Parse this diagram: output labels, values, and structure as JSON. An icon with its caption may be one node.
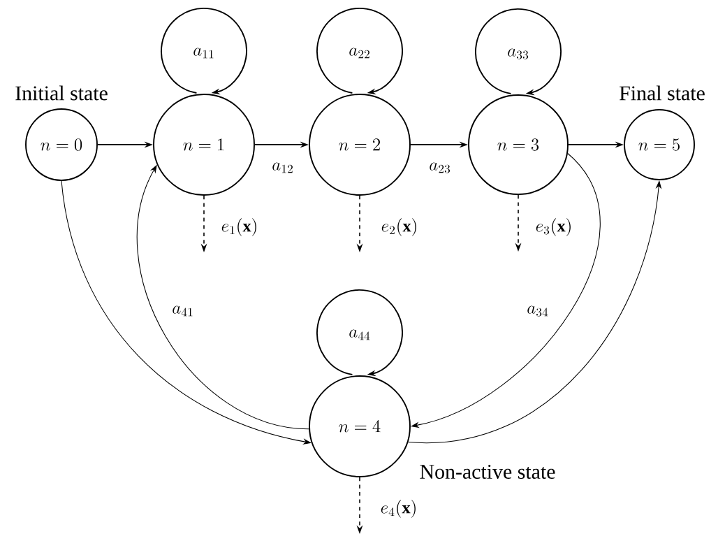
{
  "diagram": {
    "nodes": [
      {
        "text": [
          "n = 0"
        ],
        "beside": [
          "Initial state"
        ]
      },
      {
        "text": [
          "n = 1"
        ]
      },
      {
        "text": [
          "n = 2"
        ]
      },
      {
        "text": [
          "n = 3"
        ]
      },
      {
        "text": [
          "n = 5"
        ],
        "beside": [
          "Final state"
        ]
      },
      {
        "text": [
          "n = 4"
        ],
        "beside": [
          "Non-active state"
        ]
      }
    ],
    "edges": [
      {
        "from": 0,
        "to": 1,
        "arrow": "to"
      },
      {
        "from": 1,
        "to": 2,
        "arrow": "to",
        "label": "a_{12}"
      },
      {
        "from": 2,
        "to": 3,
        "arrow": "to",
        "label": "a_{23}"
      },
      {
        "from": 3,
        "to": 4,
        "arrow": "to"
      },
      {
        "from": 1,
        "to": 1,
        "arrow": "to",
        "label": "a_{11}"
      },
      {
        "from": 2,
        "to": 2,
        "arrow": "to",
        "label": "a_{22}"
      },
      {
        "from": 3,
        "to": 3,
        "arrow": "to",
        "label": "a_{33}"
      },
      {
        "from": 0,
        "to": 5,
        "arrow": "to"
      },
      {
        "from": 5,
        "to": 1,
        "arrow": "to",
        "label": "a_{41}"
      },
      {
        "from": 3,
        "to": 5,
        "arrow": "to",
        "label": "a_{34}"
      },
      {
        "from": 5,
        "to": 4,
        "arrow": "to"
      },
      {
        "from": 5,
        "to": 5,
        "arrow": "to",
        "label": "a_{44}"
      },
      {
        "from": 1,
        "to": null,
        "arrow": "to",
        "style": "dashed",
        "label": "e_1(\\mathbf{x})"
      },
      {
        "from": 2,
        "to": null,
        "arrow": "to",
        "style": "dashed",
        "label": "e_2(\\mathbf{x})"
      },
      {
        "from": 3,
        "to": null,
        "arrow": "to",
        "style": "dashed",
        "label": "e_3(\\mathbf{x})"
      },
      {
        "from": 5,
        "to": null,
        "arrow": "to",
        "style": "dashed",
        "label": "e_4(\\mathbf{x})"
      }
    ]
  }
}
